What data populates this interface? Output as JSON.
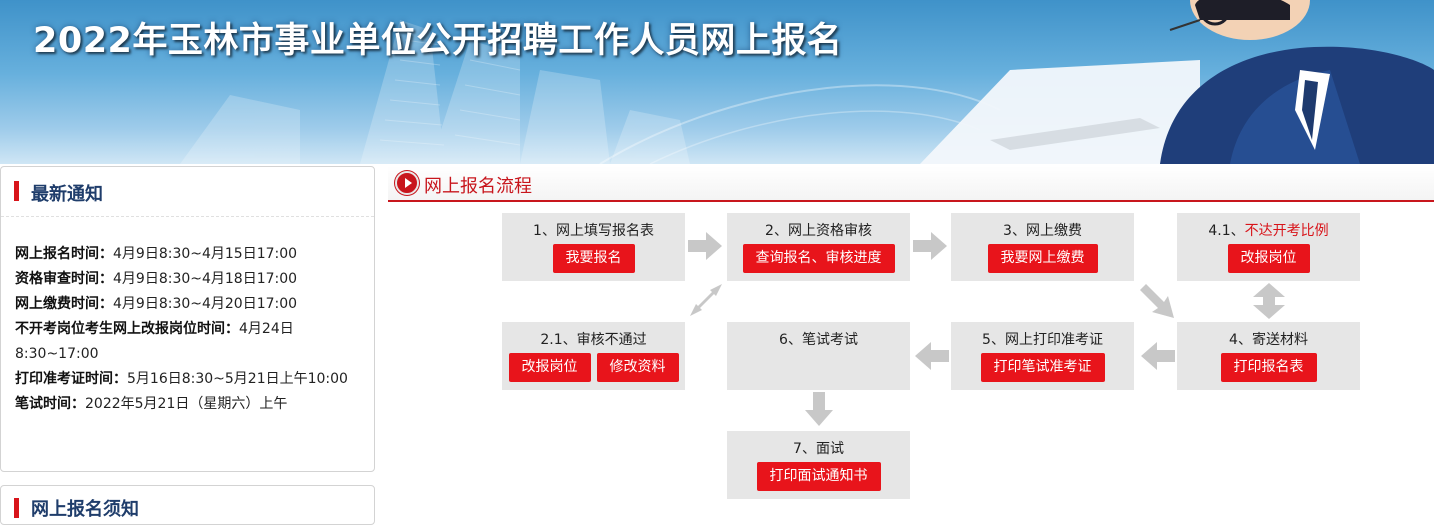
{
  "banner": {
    "title": "2022年玉林市事业单位公开招聘工作人员网上报名"
  },
  "notice": {
    "title": "最新通知",
    "items": [
      {
        "label": "网上报名时间：",
        "value": "4月9日8:30~4月15日17:00"
      },
      {
        "label": "资格审查时间：",
        "value": "4月9日8:30~4月18日17:00"
      },
      {
        "label": "网上缴费时间：",
        "value": "4月9日8:30~4月20日17:00"
      },
      {
        "label": "不开考岗位考生网上改报岗位时间：",
        "value": "4月24日8:30~17:00"
      },
      {
        "label": "打印准考证时间：",
        "value": "5月16日8:30~5月21日上午10:00"
      },
      {
        "label": "笔试时间：",
        "value": "2022年5月21日（星期六）上午"
      }
    ]
  },
  "guide": {
    "title": "网上报名须知"
  },
  "flow": {
    "title": "网上报名流程",
    "steps": {
      "s1": {
        "label": "1、网上填写报名表",
        "buttons": [
          "我要报名"
        ]
      },
      "s2": {
        "label": "2、网上资格审核",
        "buttons": [
          "查询报名、审核进度"
        ]
      },
      "s3": {
        "label": "3、网上缴费",
        "buttons": [
          "我要网上缴费"
        ]
      },
      "s41": {
        "prefix": "4.1、",
        "label_red": "不达开考比例",
        "buttons": [
          "改报岗位"
        ]
      },
      "s21": {
        "label": "2.1、审核不通过",
        "buttons": [
          "改报岗位",
          "修改资料"
        ]
      },
      "s6": {
        "label": "6、笔试考试",
        "buttons": []
      },
      "s5": {
        "label": "5、网上打印准考证",
        "buttons": [
          "打印笔试准考证"
        ]
      },
      "s4": {
        "label": "4、寄送材料",
        "buttons": [
          "打印报名表"
        ]
      },
      "s7": {
        "label": "7、面试",
        "buttons": [
          "打印面试通知书"
        ]
      }
    }
  },
  "colors": {
    "accent_red": "#e8141b",
    "title_navy": "#1f3d6b",
    "step_bg": "#e6e6e6",
    "arrow_gray": "#c8c8c8"
  }
}
